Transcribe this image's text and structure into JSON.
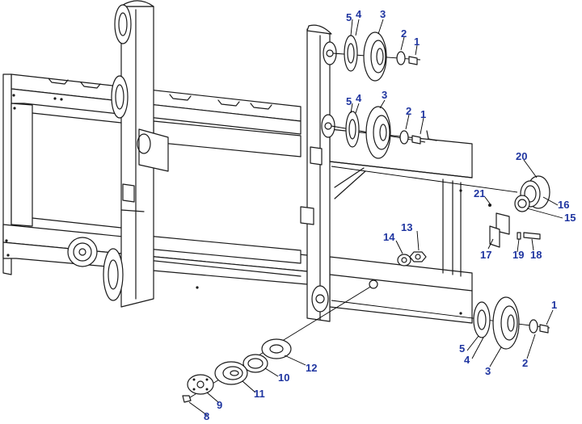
{
  "diagram": {
    "callouts": [
      {
        "id": "c5a",
        "text": "5"
      },
      {
        "id": "c4a",
        "text": "4"
      },
      {
        "id": "c3a",
        "text": "3"
      },
      {
        "id": "c2a",
        "text": "2"
      },
      {
        "id": "c1a",
        "text": "1"
      },
      {
        "id": "c5b",
        "text": "5"
      },
      {
        "id": "c4b",
        "text": "4"
      },
      {
        "id": "c3b",
        "text": "3"
      },
      {
        "id": "c2b",
        "text": "2"
      },
      {
        "id": "c1b",
        "text": "1"
      },
      {
        "id": "c20",
        "text": "20"
      },
      {
        "id": "c21",
        "text": "21"
      },
      {
        "id": "c16",
        "text": "16"
      },
      {
        "id": "c15",
        "text": "15"
      },
      {
        "id": "c13",
        "text": "13"
      },
      {
        "id": "c14",
        "text": "14"
      },
      {
        "id": "c17",
        "text": "17"
      },
      {
        "id": "c19",
        "text": "19"
      },
      {
        "id": "c18",
        "text": "18"
      },
      {
        "id": "c1c",
        "text": "1"
      },
      {
        "id": "c5c",
        "text": "5"
      },
      {
        "id": "c4c",
        "text": "4"
      },
      {
        "id": "c2c",
        "text": "2"
      },
      {
        "id": "c3c",
        "text": "3"
      },
      {
        "id": "c12",
        "text": "12"
      },
      {
        "id": "c10",
        "text": "10"
      },
      {
        "id": "c11",
        "text": "11"
      },
      {
        "id": "c9",
        "text": "9"
      },
      {
        "id": "c8",
        "text": "8"
      }
    ],
    "colors": {
      "callout": "#1f35a0",
      "line": "#1a1a1a"
    }
  }
}
